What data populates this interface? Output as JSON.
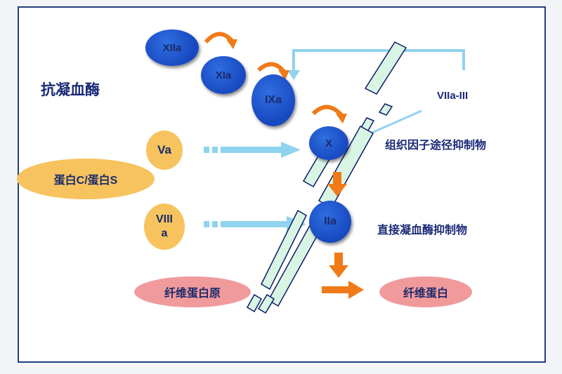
{
  "title": "抗凝血酶",
  "factors": {
    "xiia": "XIIa",
    "xia": "XIa",
    "ixa": "IXa",
    "x": "X",
    "iia": "IIa"
  },
  "cofactors": {
    "va": "Va",
    "viiia_line1": "VIII",
    "viiia_line2": "a",
    "protein_cs": "蛋白C/蛋白S"
  },
  "fibrinogen": "纤维蛋白原",
  "fibrin": "纤维蛋白",
  "viia_iii": "VIIa-III",
  "tfpi_label": "组织因子途径抑制物",
  "dti_label": "直接凝血酶抑制物",
  "colors": {
    "frame": "#23407a",
    "blue_node": "#1a4fd0",
    "yellow_node": "#f6c35e",
    "pink_node": "#f19a9c",
    "arrow_orange": "#f07a18",
    "light_blue": "#8fd3ee",
    "inhibitor_bar": "#d8f5e4",
    "text": "#1b2a78"
  }
}
